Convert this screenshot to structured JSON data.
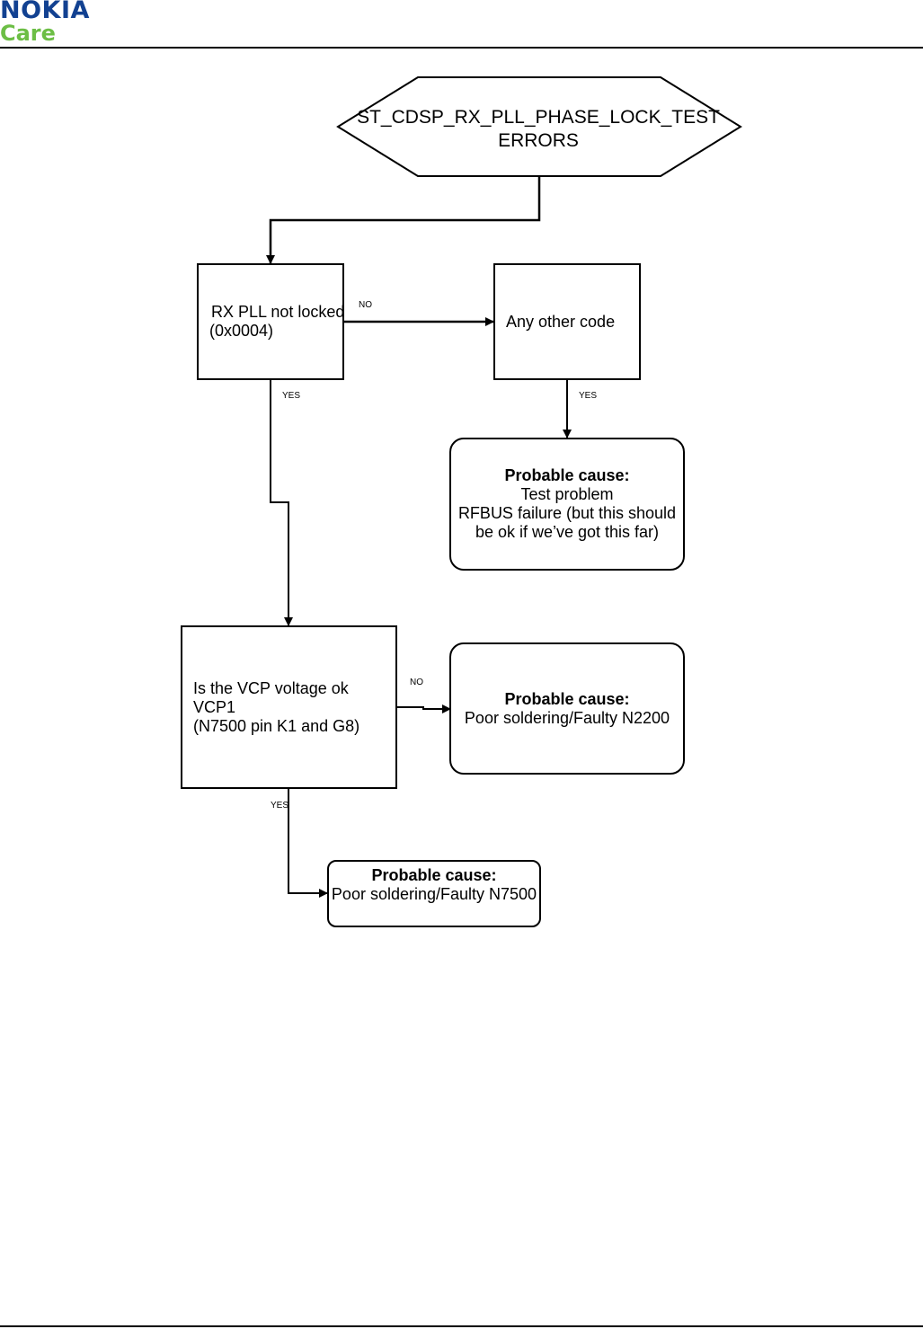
{
  "header": {
    "brand": "NOKIA",
    "sub_brand": "Care"
  },
  "flowchart": {
    "start": {
      "line1": "ST_CDSP_RX_PLL_PHASE_LOCK_TEST",
      "line2": "ERRORS"
    },
    "check_pll": {
      "line1": "RX PLL not locked",
      "line2": "(0x0004)"
    },
    "other_code": {
      "line1": "Any other code"
    },
    "cause_test": {
      "title": "Probable cause:",
      "line1": "Test problem",
      "line2": "RFBUS failure (but this should",
      "line3": "be ok if we’ve got this far)"
    },
    "check_vcp": {
      "line1": "Is the VCP voltage ok",
      "line2": "VCP1",
      "line3": "(N7500 pin K1 and G8)"
    },
    "cause_n2200": {
      "title": "Probable cause:",
      "line1": "Poor soldering/Faulty N2200"
    },
    "cause_n7500": {
      "title": "Probable cause:",
      "line1": "Poor soldering/Faulty N7500"
    },
    "labels": {
      "no": "NO",
      "yes": "YES"
    }
  }
}
